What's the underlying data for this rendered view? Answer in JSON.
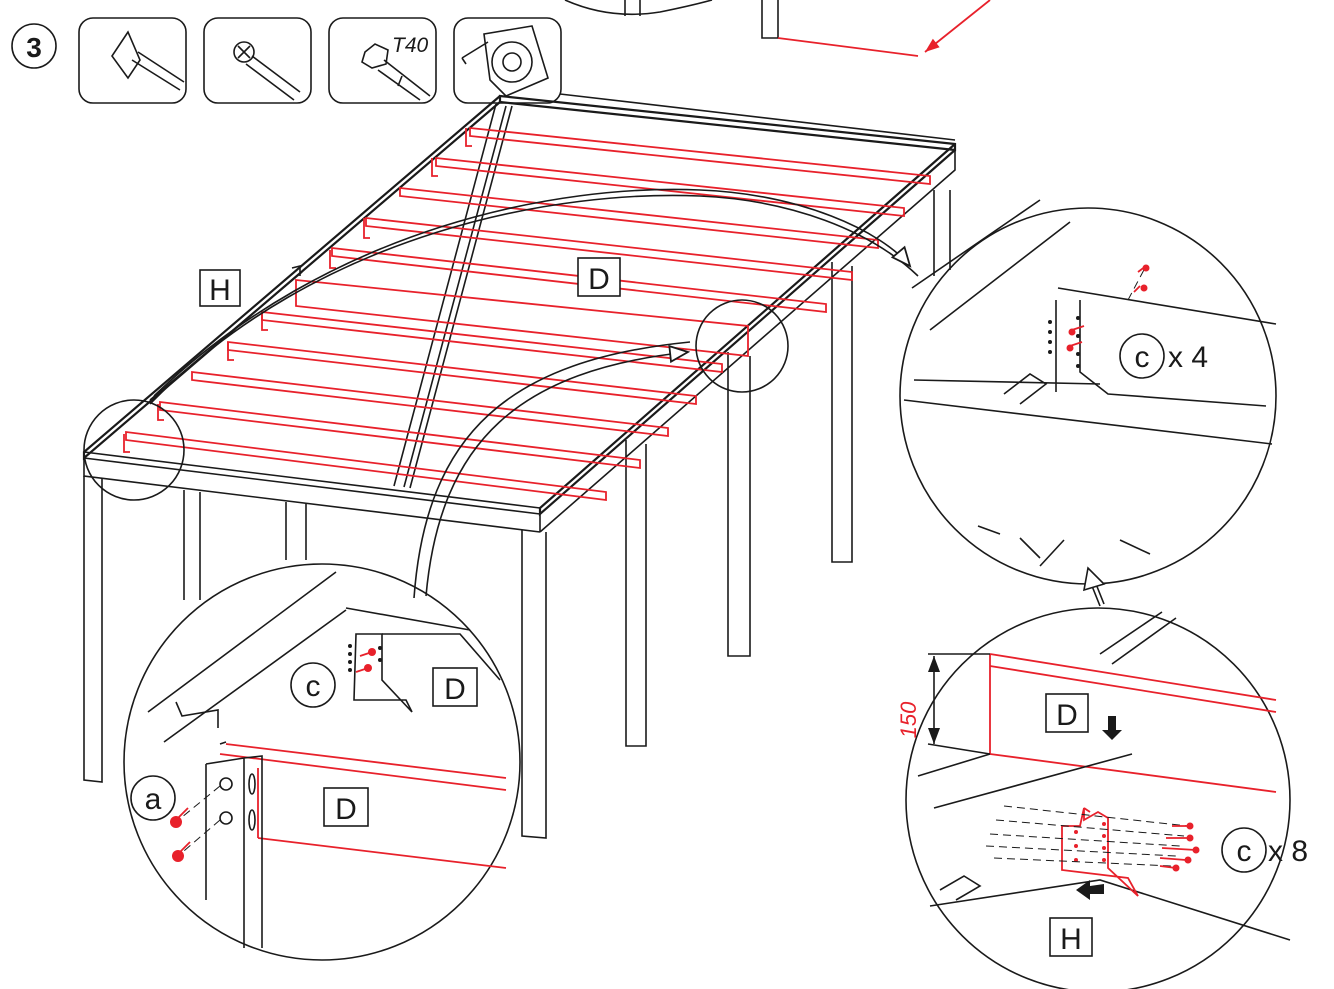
{
  "step": {
    "number": "3"
  },
  "tools": [
    {
      "icon": "hammer-icon"
    },
    {
      "icon": "screwdriver-icon"
    },
    {
      "icon": "torx-bit-icon",
      "label": "T40"
    },
    {
      "icon": "tape-measure-icon"
    }
  ],
  "parts": {
    "h_main": "H",
    "d_main": "D",
    "d_detail_left": "D",
    "d_detail_left_bottom": "D",
    "c_detail_left": "c",
    "a_detail_left": "a",
    "c_detail_right_top": "c",
    "c_qty_right_top": "x 4",
    "d_detail_right_bottom": "D",
    "h_detail_right_bottom": "H",
    "c_detail_right_bottom": "c",
    "c_qty_right_bottom": "x 8"
  },
  "dimension": {
    "value": "150"
  },
  "colors": {
    "accent": "#e8212b",
    "ink": "#1a1a1a"
  }
}
